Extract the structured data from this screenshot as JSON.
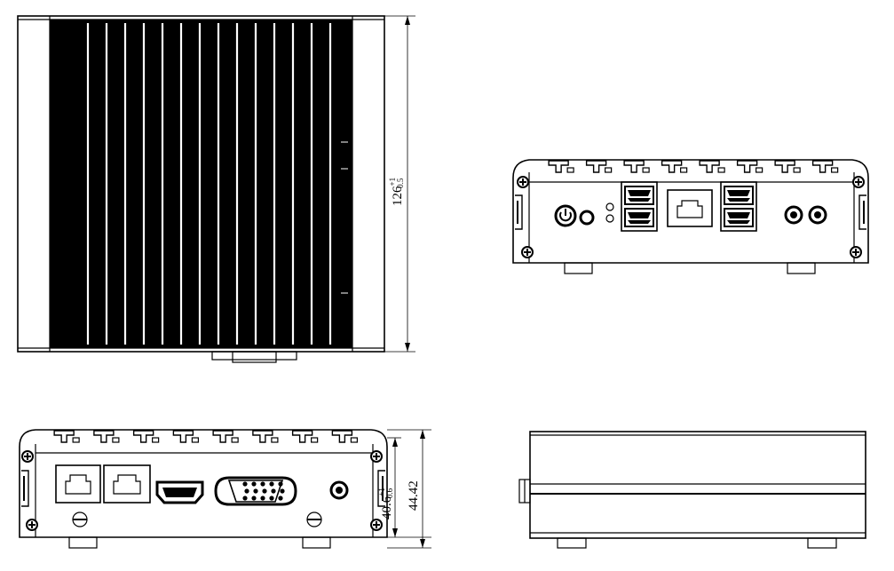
{
  "dimensions": {
    "depth": {
      "main": "126",
      "tol_upper": "+1",
      "tol_lower": "0.5"
    },
    "body_height": {
      "main": "40.6",
      "tol_upper": "+1",
      "tol_lower": "0.6"
    },
    "total_height": {
      "main": "44.42"
    }
  },
  "colors": {
    "line": "#000000",
    "background": "#ffffff",
    "heatsink": "#000000"
  }
}
